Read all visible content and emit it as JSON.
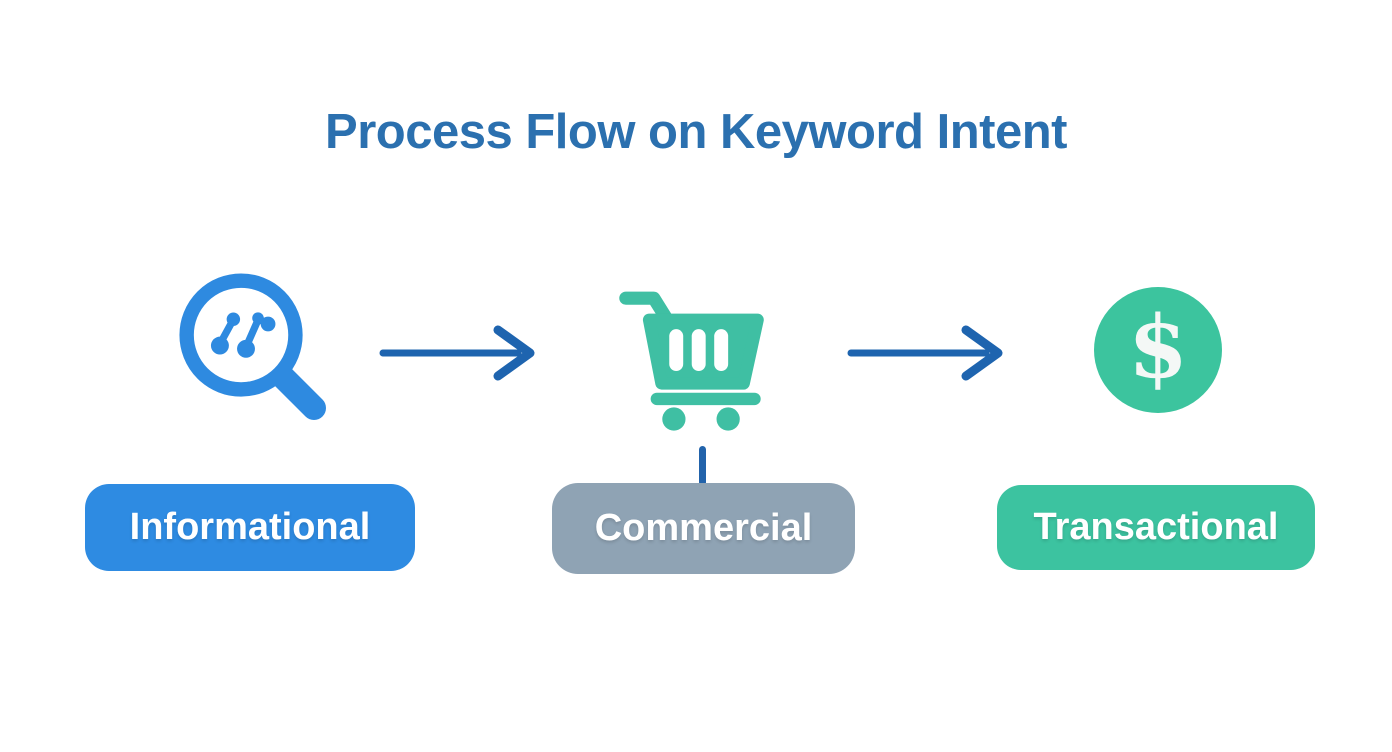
{
  "title": "Process Flow on Keyword Intent",
  "colors": {
    "background": "#ffffff",
    "title": "#2b70af",
    "arrow": "#1e64af",
    "connector": "#2263ab",
    "search_icon": "#2e8ae0",
    "cart_icon": "#3fbfa3",
    "dollar_icon_bg": "#3cc49e",
    "dollar_glyph": "#f4f8f6",
    "informational_bg": "#2e8be2",
    "commercial_bg": "#8fa3b4",
    "transactional_bg": "#3cc3a0",
    "label_text": "#ffffff"
  },
  "stages": [
    {
      "label": "Informational",
      "icon": "keyword-search-magnifier-icon"
    },
    {
      "label": "Commercial",
      "icon": "shopping-cart-icon"
    },
    {
      "label": "Transactional",
      "icon": "dollar-sign-circle-icon",
      "glyph": "$"
    }
  ],
  "flow": {
    "arrow_count": 2,
    "direction": "left-to-right"
  }
}
